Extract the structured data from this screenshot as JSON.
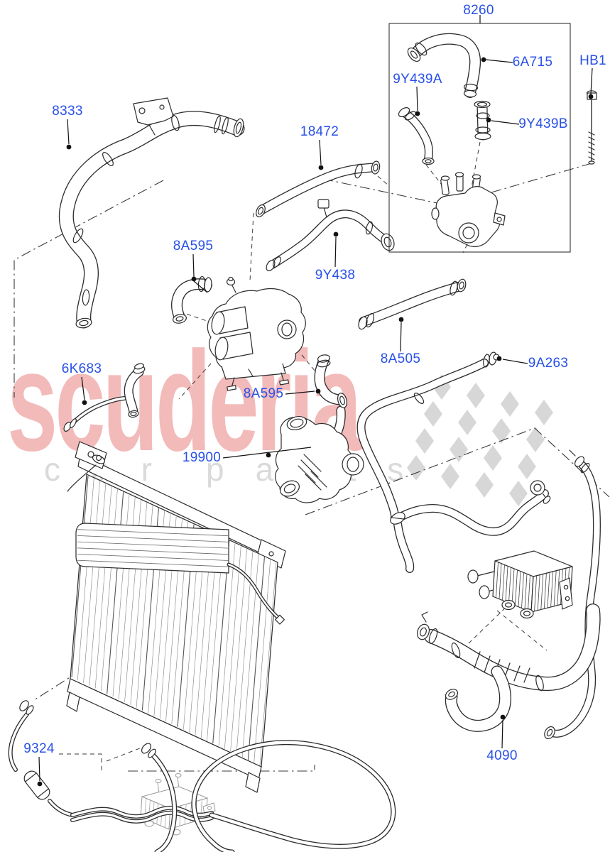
{
  "watermark": {
    "brand": "scuderia",
    "subtitle_left": "car",
    "subtitle_right": "parts",
    "brand_color": "#e25555",
    "subtitle_color": "#dadada",
    "checker_color": "#d7d7d7"
  },
  "diagram": {
    "type": "exploded-parts-line-drawing",
    "subject": "engine cooling system hoses and radiator",
    "label_color": "#2850e8",
    "line_color": "#2b2b2b",
    "parts": [
      {
        "id": "part-8260",
        "text": "8260"
      },
      {
        "id": "part-6A715",
        "text": "6A715"
      },
      {
        "id": "part-HB1",
        "text": "HB1"
      },
      {
        "id": "part-9Y439A",
        "text": "9Y439A"
      },
      {
        "id": "part-9Y439B",
        "text": "9Y439B"
      },
      {
        "id": "part-8333",
        "text": "8333"
      },
      {
        "id": "part-18472",
        "text": "18472"
      },
      {
        "id": "part-8A595-upper",
        "text": "8A595"
      },
      {
        "id": "part-9Y438",
        "text": "9Y438"
      },
      {
        "id": "part-8A505",
        "text": "8A505"
      },
      {
        "id": "part-9A263",
        "text": "9A263"
      },
      {
        "id": "part-8A595-mid",
        "text": "8A595"
      },
      {
        "id": "part-6K683",
        "text": "6K683"
      },
      {
        "id": "part-19900",
        "text": "19900"
      },
      {
        "id": "part-9324",
        "text": "9324"
      },
      {
        "id": "part-4090",
        "text": "4090"
      }
    ]
  }
}
